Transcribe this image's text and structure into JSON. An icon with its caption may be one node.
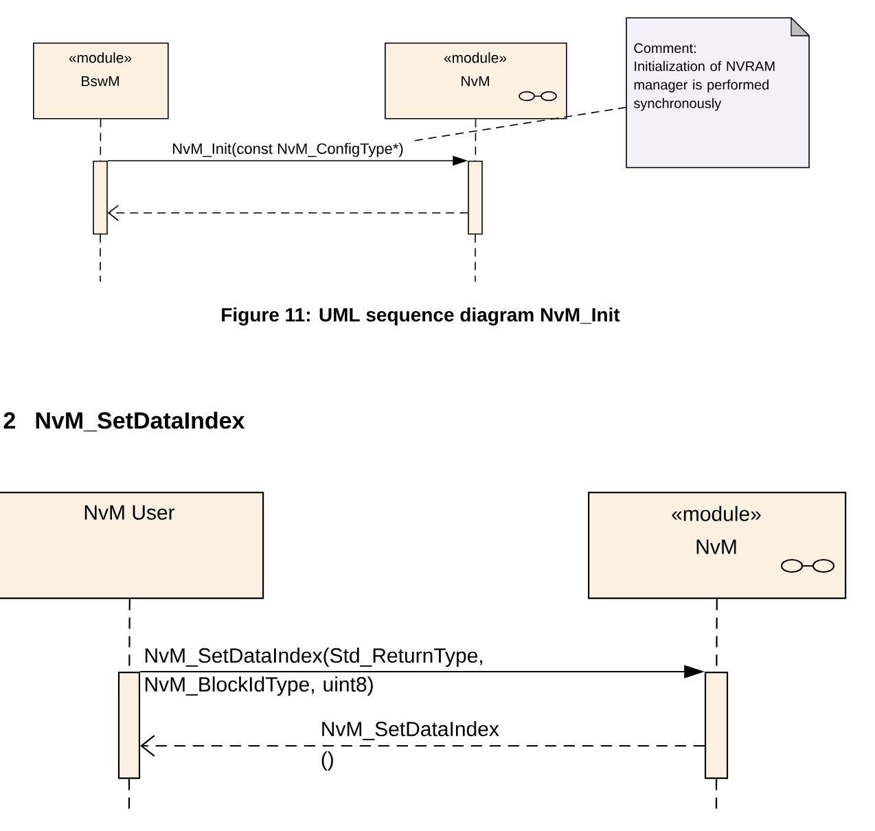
{
  "diagram": {
    "caption": "Figure 11: UML sequence diagram NvM_Init",
    "nodes": [
      {
        "text": [
          "«module»",
          "BswM"
        ]
      },
      {
        "text": [
          "«module»",
          "NvM"
        ]
      },
      {
        "text": [
          "Comment:",
          "Initialization of NVRAM manager is performed synchronously"
        ]
      },
      {
        "text": [],
        "shape": "bar"
      },
      {
        "text": [],
        "shape": "bar"
      },
      {
        "text": [
          "NvM User"
        ]
      },
      {
        "text": [
          "«module»",
          "NvM"
        ]
      },
      {
        "text": [],
        "shape": "bar"
      },
      {
        "text": [],
        "shape": "bar"
      }
    ],
    "edges": [
      {
        "from": 0,
        "to": 3,
        "arrow": "none",
        "style": "dashed"
      },
      {
        "from": 3,
        "to": null,
        "arrow": "none",
        "style": "dashed"
      },
      {
        "from": 1,
        "to": 4,
        "arrow": "none",
        "style": "dashed"
      },
      {
        "from": 4,
        "to": null,
        "arrow": "none",
        "style": "dashed"
      },
      {
        "from": 3,
        "to": 4,
        "arrow": "to",
        "label": "NvM_Init(const NvM_ConfigType*)"
      },
      {
        "from": 4,
        "to": 3,
        "arrow": "to",
        "style": "dashed"
      },
      {
        "from": 2,
        "to": null,
        "arrow": "none",
        "style": "dashed"
      },
      {
        "from": 5,
        "to": 7,
        "arrow": "none",
        "style": "dashed"
      },
      {
        "from": 7,
        "to": null,
        "arrow": "none",
        "style": "dashed"
      },
      {
        "from": 6,
        "to": 8,
        "arrow": "none",
        "style": "dashed"
      },
      {
        "from": 8,
        "to": null,
        "arrow": "none",
        "style": "dashed"
      },
      {
        "from": 7,
        "to": 8,
        "arrow": "to",
        "label": "NvM_SetDataIndex(Std_ReturnType, NvM_BlockIdType, uint8)"
      },
      {
        "from": 8,
        "to": 7,
        "arrow": "to",
        "style": "dashed",
        "label": "NvM_SetDataIndex ()"
      }
    ],
    "labels": [
      "2",
      "NvM_SetDataIndex"
    ]
  }
}
